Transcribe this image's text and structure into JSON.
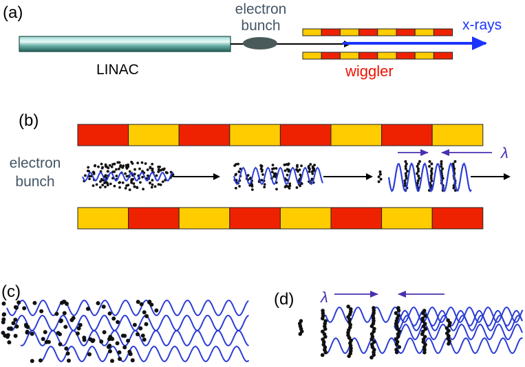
{
  "panel_a": {
    "tag": "(a)",
    "linac_label": "LINAC",
    "bunch_label_line1": "electron",
    "bunch_label_line2": "bunch",
    "xray_label": "x-rays",
    "wiggler_label": "wiggler"
  },
  "panel_b": {
    "tag": "(b)",
    "bunch_label_line1": "electron",
    "bunch_label_line2": "bunch",
    "lambda_symbol": "λ"
  },
  "panel_c": {
    "tag": "(c)"
  },
  "panel_d": {
    "tag": "(d)",
    "lambda_symbol": "λ"
  },
  "colors": {
    "magnet_red": "#ee2200",
    "magnet_yellow": "#ffcc00",
    "wave_blue": "#2a3cd6",
    "xray_blue": "#1a33ff",
    "lambda_purple": "#4a2fb0",
    "label_gray": "#445566",
    "label_red": "#ee1100",
    "linac_teal": "#2f7f78",
    "bunch_gray": "#4a5a5a"
  }
}
